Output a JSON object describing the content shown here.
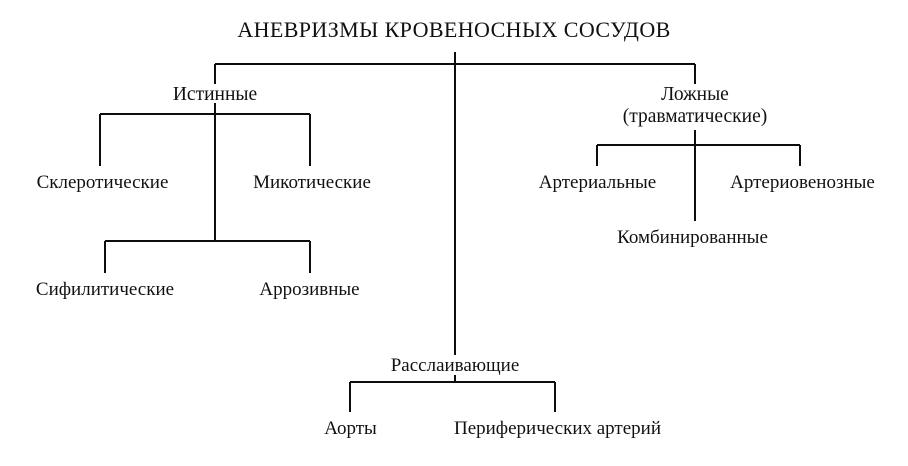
{
  "diagram": {
    "title": "АНЕВРИЗМЫ КРОВЕНОСНЫХ СОСУДОВ",
    "type": "classification-tree",
    "language": "ru",
    "colors": {
      "background": "#ffffff",
      "line": "#0d0d0d",
      "text": "#111111"
    },
    "nodes": {
      "root": "АНЕВРИЗМЫ КРОВЕНОСНЫХ СОСУДОВ",
      "true_aneurysms": "Истинные",
      "false_aneurysms_line1": "Ложные",
      "false_aneurysms_line2": "(травматические)",
      "sclerotic": "Склеротические",
      "mycotic": "Микотические",
      "syphilitic": "Сифилитические",
      "arrosive": "Аррозивные",
      "arterial": "Артериальные",
      "arteriovenous": "Артериовенозные",
      "combined": "Комбинированные",
      "dissecting": "Расслаивающие",
      "aorta": "Аорты",
      "peripheral_arteries": "Периферических артерий"
    }
  }
}
